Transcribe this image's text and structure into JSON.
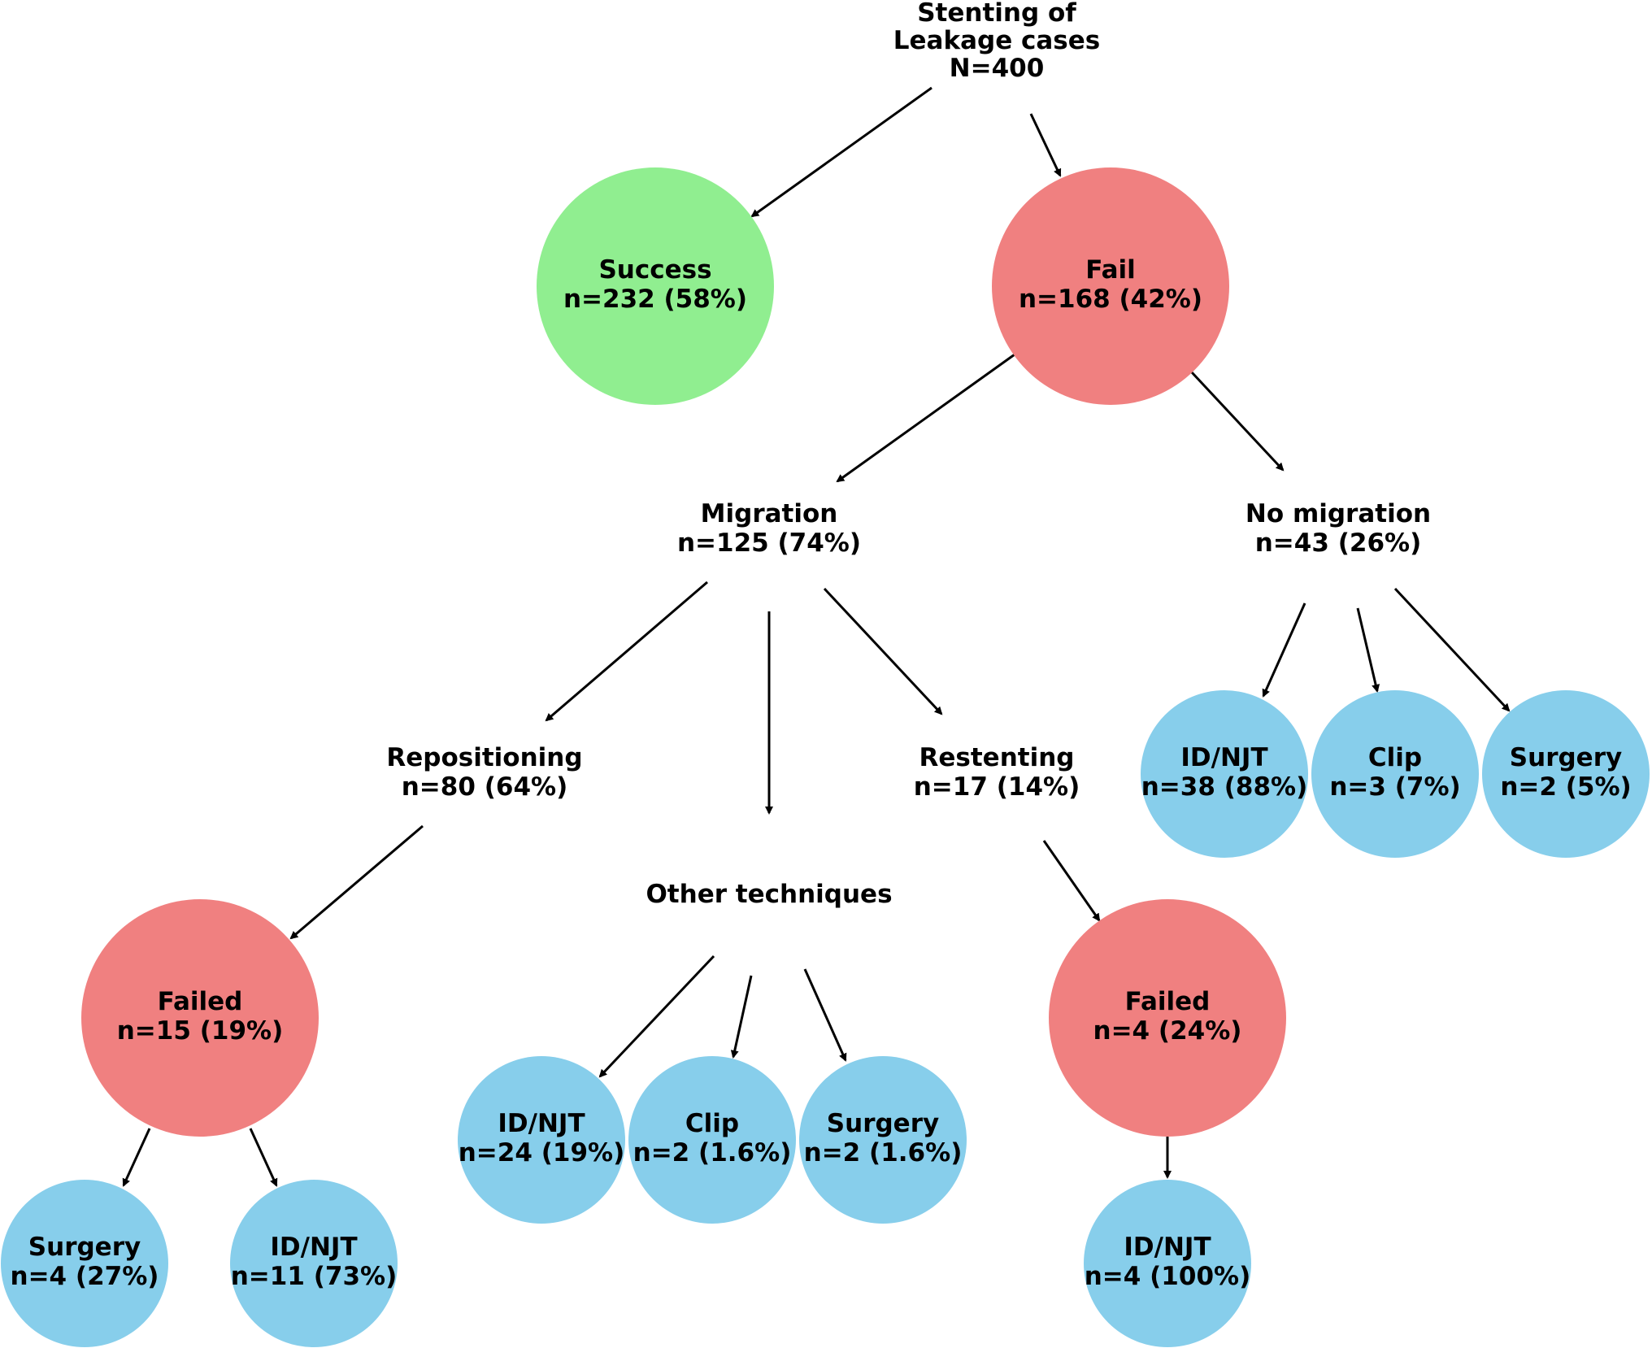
{
  "colors": {
    "success": "#90ee90",
    "fail": "#f08080",
    "outcome": "#87ceeb",
    "text": "#000000",
    "arrow": "#000000"
  },
  "nodes": {
    "root": {
      "line1": "Stenting of",
      "line2": "Leakage cases",
      "line3": "N=400"
    },
    "success": {
      "label": "Success",
      "value": "n=232 (58%)",
      "color": "success"
    },
    "fail": {
      "label": "Fail",
      "value": "n=168 (42%)",
      "color": "fail"
    },
    "migration": {
      "label": "Migration",
      "value": "n=125 (74%)"
    },
    "no_migration": {
      "label": "No migration",
      "value": "n=43 (26%)"
    },
    "nm_idnjt": {
      "label": "ID/NJT",
      "value": "n=38 (88%)",
      "color": "outcome"
    },
    "nm_clip": {
      "label": "Clip",
      "value": "n=3 (7%)",
      "color": "outcome"
    },
    "nm_surgery": {
      "label": "Surgery",
      "value": "n=2 (5%)",
      "color": "outcome"
    },
    "repositioning": {
      "label": "Repositioning",
      "value": "n=80 (64%)"
    },
    "restenting": {
      "label": "Restenting",
      "value": "n=17 (14%)"
    },
    "other": {
      "label": "Other techniques"
    },
    "rep_failed": {
      "label": "Failed",
      "value": "n=15 (19%)",
      "color": "fail"
    },
    "rep_surgery": {
      "label": "Surgery",
      "value": "n=4 (27%)",
      "color": "outcome"
    },
    "rep_idnjt": {
      "label": "ID/NJT",
      "value": "n=11 (73%)",
      "color": "outcome"
    },
    "oth_idnjt": {
      "label": "ID/NJT",
      "value": "n=24 (19%)",
      "color": "outcome"
    },
    "oth_clip": {
      "label": "Clip",
      "value": "n=2 (1.6%)",
      "color": "outcome"
    },
    "oth_surgery": {
      "label": "Surgery",
      "value": "n=2 (1.6%)",
      "color": "outcome"
    },
    "res_failed": {
      "label": "Failed",
      "value": "n=4 (24%)",
      "color": "fail"
    },
    "res_idnjt": {
      "label": "ID/NJT",
      "value": "n=4 (100%)",
      "color": "outcome"
    }
  }
}
